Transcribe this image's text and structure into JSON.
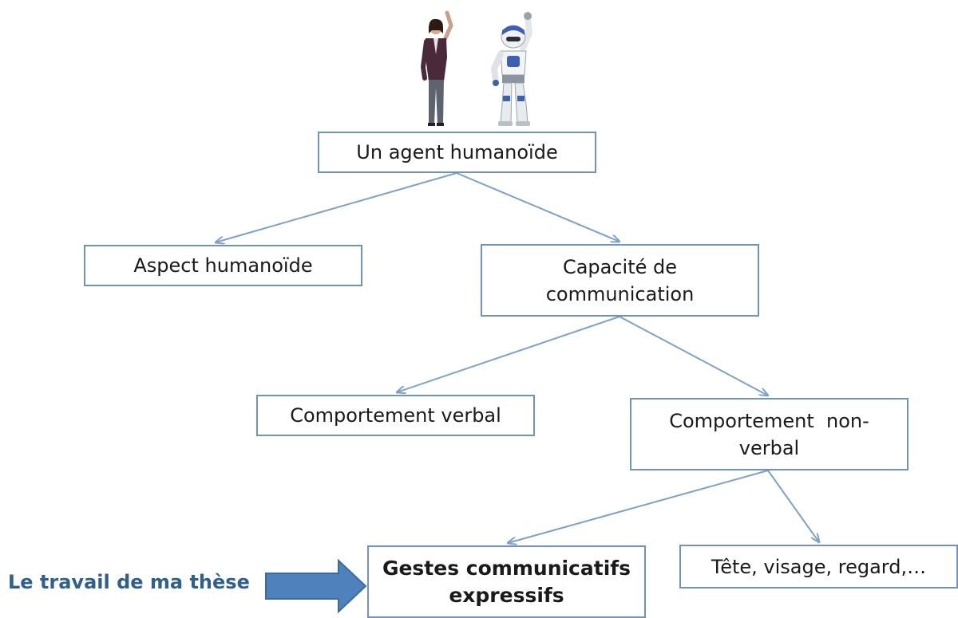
{
  "diagram": {
    "nodes": {
      "agent": "Un agent humanoïde",
      "aspect": "Aspect humanoïde",
      "capacite": [
        "Capacité de",
        "communication"
      ],
      "verbal": "Comportement verbal",
      "nonverbal": [
        "Comportement  non-",
        "verbal"
      ],
      "gestes": [
        "Gestes communicatifs",
        "expressifs"
      ],
      "tete": "Tête, visage, regard,…"
    },
    "thesis_label": "Le travail de ma thèse",
    "edges": [
      {
        "from": "agent",
        "to": "aspect"
      },
      {
        "from": "agent",
        "to": "capacite"
      },
      {
        "from": "capacite",
        "to": "verbal"
      },
      {
        "from": "capacite",
        "to": "nonverbal"
      },
      {
        "from": "nonverbal",
        "to": "gestes"
      },
      {
        "from": "nonverbal",
        "to": "tete"
      }
    ],
    "illustrations": [
      "woman-figure-waving",
      "humanoid-robot-waving"
    ],
    "colors": {
      "border": "#6f93bd",
      "edge": "#7ea1c9",
      "arrow_fill": "#4f81bd",
      "label": "#2f5f8f"
    }
  }
}
